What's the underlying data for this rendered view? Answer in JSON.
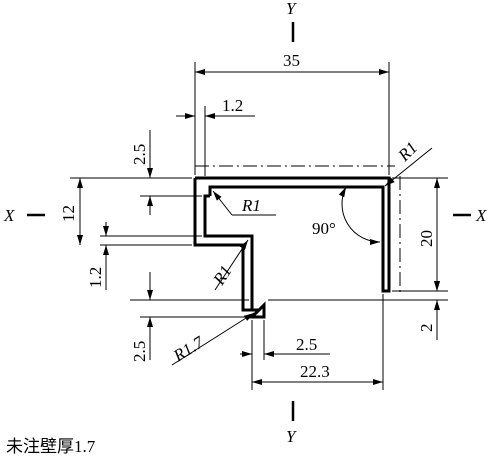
{
  "axes": {
    "y_top": "Y",
    "y_bottom": "Y",
    "x_left": "X",
    "x_right": "X"
  },
  "dimensions": {
    "overall_width": "35",
    "wall_top": "1.2",
    "flange_height": "2.5",
    "left_height": "12",
    "lip_thickness": "1.2",
    "bottom_height": "2.5",
    "web_height": "20",
    "web_offset": "2",
    "bottom_flange": "2.5",
    "bottom_width": "22.3",
    "radius_top_right": "R1",
    "radius_inner": "R1",
    "radius_step": "R1",
    "radius_bottom": "R1.7",
    "angle": "90°"
  },
  "note": "未注壁厚1.7"
}
